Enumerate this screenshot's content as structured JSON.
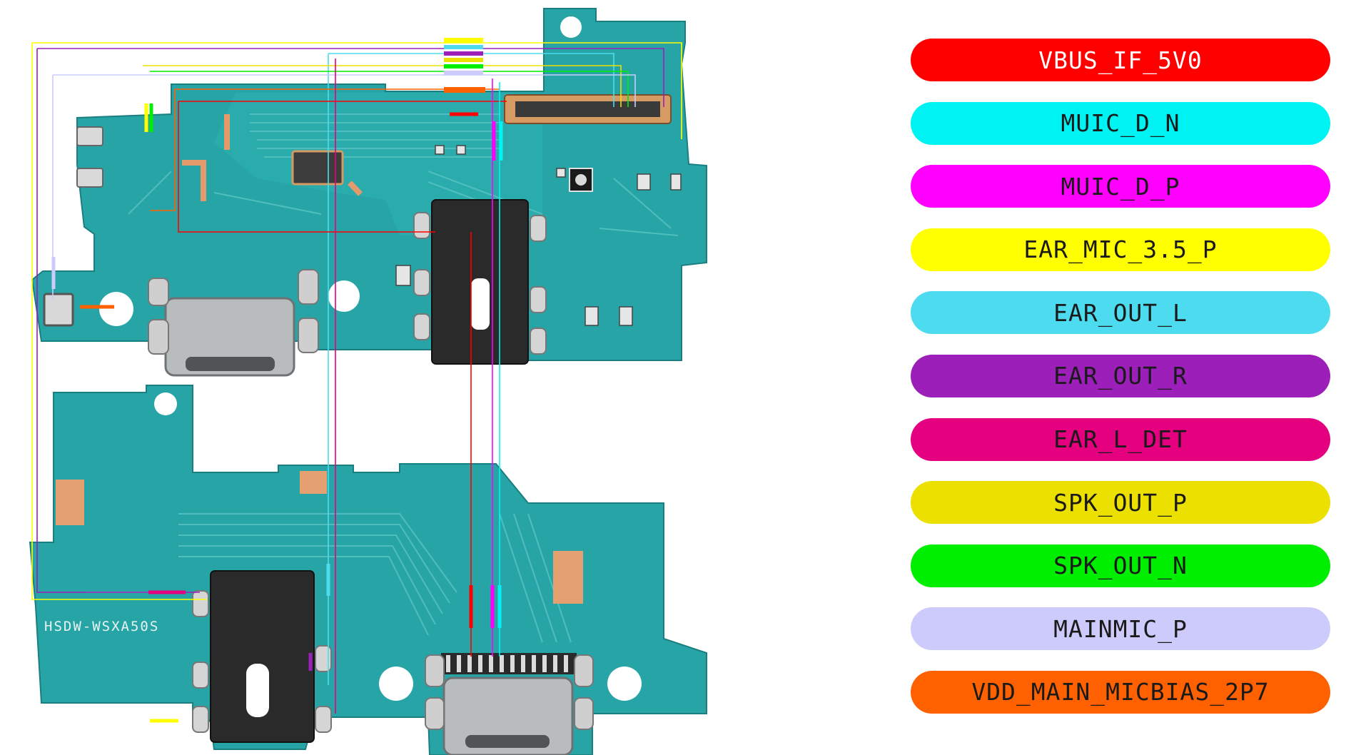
{
  "board": {
    "silkscreen_label": "HSDW-WSXA50S"
  },
  "legend": {
    "items": [
      {
        "label": "VBUS_IF_5V0",
        "color": "#ff0000",
        "text_style": "dark"
      },
      {
        "label": "MUIC_D_N",
        "color": "#00f3f3",
        "text_style": "light"
      },
      {
        "label": "MUIC_D_P",
        "color": "#ff00ff",
        "text_style": "light"
      },
      {
        "label": "EAR_MIC_3.5_P",
        "color": "#ffff00",
        "text_style": "light"
      },
      {
        "label": "EAR_OUT_L",
        "color": "#4ddcef",
        "text_style": "light"
      },
      {
        "label": "EAR_OUT_R",
        "color": "#9b1fb8",
        "text_style": "light"
      },
      {
        "label": "EAR_L_DET",
        "color": "#e5007f",
        "text_style": "light"
      },
      {
        "label": "SPK_OUT_P",
        "color": "#ece000",
        "text_style": "light"
      },
      {
        "label": "SPK_OUT_N",
        "color": "#00ee00",
        "text_style": "light"
      },
      {
        "label": "MAINMIC_P",
        "color": "#cccbfb",
        "text_style": "light"
      },
      {
        "label": "VDD_MAIN_MICBIAS_2P7",
        "color": "#ff6100",
        "text_style": "light"
      }
    ]
  },
  "colors": {
    "pcb": "#27a5a6",
    "pcb_dark": "#1f8d8f",
    "pcb_trace": "#57c2c0",
    "pad_gold": "#e4a070",
    "connector_black": "#2a2a2a",
    "metal": "#b9bcbd"
  }
}
